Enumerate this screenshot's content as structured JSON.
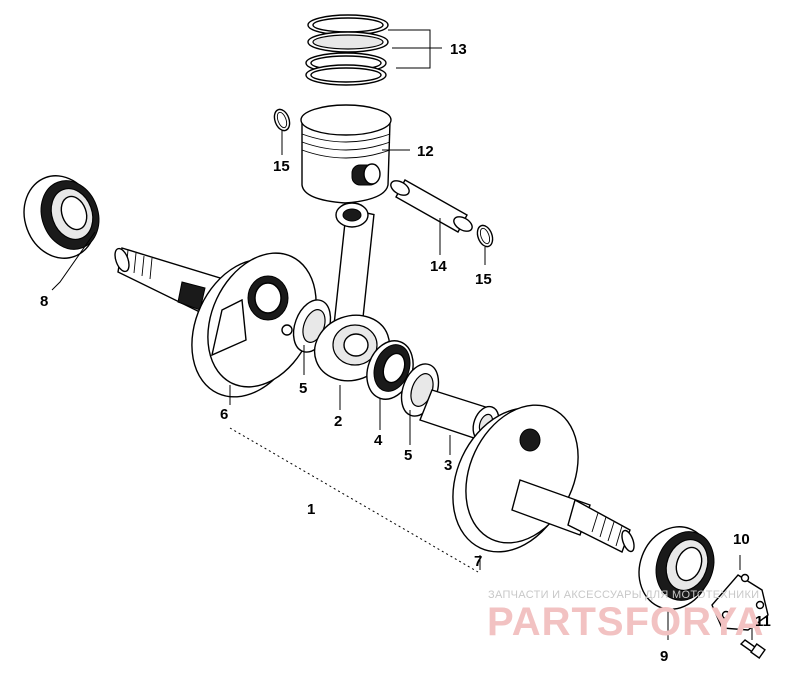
{
  "labels": {
    "l1": "1",
    "l2": "2",
    "l3": "3",
    "l4": "4",
    "l5a": "5",
    "l5b": "5",
    "l6": "6",
    "l7": "7",
    "l8": "8",
    "l9": "9",
    "l10": "10",
    "l11": "11",
    "l12": "12",
    "l13": "13",
    "l14": "14",
    "l15a": "15",
    "l15b": "15"
  },
  "watermark": {
    "caption": "ЗАПЧАСТИ И АКСЕССУАРЫ ДЛЯ МОТОТЕХНИКИ",
    "brand": "PARTSFORYA"
  }
}
